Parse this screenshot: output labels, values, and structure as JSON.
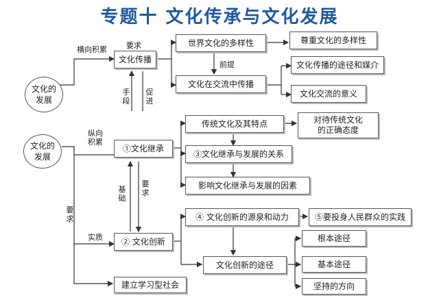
{
  "title": "专题十  文化传承与文化发展",
  "top": {
    "root": "文化的\n发展",
    "horizontal_label": "横向积累",
    "require_label": "要求",
    "spread": "文化传播",
    "means_label": "手\n段",
    "promote_label": "促\n进",
    "diversity": "世界文化的多样性",
    "respect": "尊重文化的多样性",
    "premise_label": "前提",
    "exchange": "文化在交流中传播",
    "channels": "文化传播的途径和媒介",
    "exchange_meaning": "文化交流的意义"
  },
  "bottom": {
    "root": "文化的\n发展",
    "vertical_label": "纵向\n积累",
    "inherit": "①文化继承",
    "tradition": "传统文化及其特点",
    "attitude": "对待传统文化\n的正确态度",
    "relation": "③文化继承与发展的关系",
    "factors": "影响文化继承与发展的因素",
    "basis_label": "基\n础",
    "require_label_mid": "要\n求",
    "require_label_side": "要\n求",
    "essence_label": "实质",
    "innovate": "② 文化创新",
    "source": "④ 文化创新的源泉和动力",
    "practice": "⑤要投身人民群众的实践",
    "approach": "文化创新的途径",
    "fundamental": "根本途径",
    "basic": "基本途径",
    "direction": "坚持的方向",
    "learning_society": "建立学习型社会"
  }
}
